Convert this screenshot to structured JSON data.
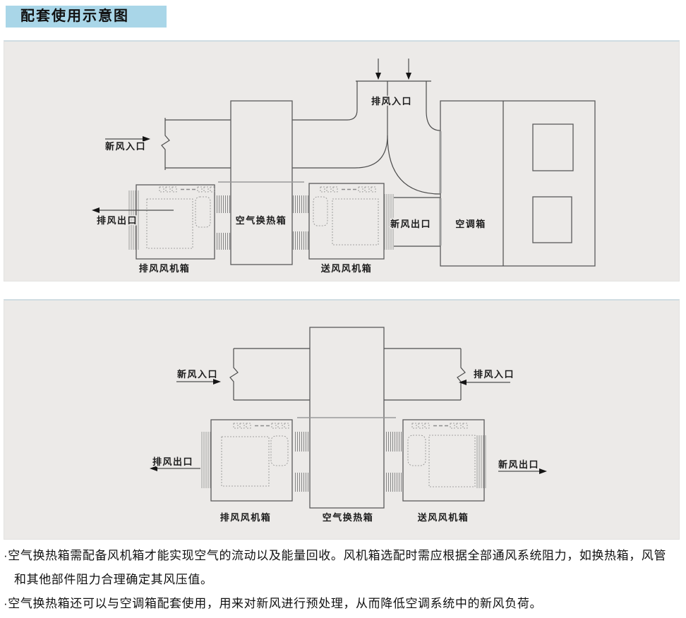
{
  "title": "配套使用示意图",
  "colors": {
    "title_bg": "#a9d6e8",
    "panel_bg": "#eceae8",
    "diagram_line": "#4d4d4d",
    "text": "#111111"
  },
  "diagram_top": {
    "labels": {
      "exhaust_inlet": "排风入口",
      "fresh_inlet": "新风入口",
      "exhaust_outlet": "排风出口",
      "fresh_outlet": "新风出口",
      "heat_exchanger": "空气换热箱",
      "ac_box": "空调箱",
      "exhaust_fan_box": "排风风机箱",
      "supply_fan_box": "送风风机箱"
    }
  },
  "diagram_bottom": {
    "labels": {
      "fresh_inlet": "新风入口",
      "exhaust_inlet": "排风入口",
      "exhaust_outlet": "排风出口",
      "fresh_outlet": "新风出口",
      "exhaust_fan_box": "排风风机箱",
      "heat_exchanger": "空气换热箱",
      "supply_fan_box": "送风风机箱"
    }
  },
  "notes": [
    "·空气换热箱需配备风机箱才能实现空气的流动以及能量回收。风机箱选配时需应根据全部通风系统阻力，如换热箱，风管和其他部件阻力合理确定其风压值。",
    "·空气换热箱还可以与空调箱配套使用，用来对新风进行预处理，从而降低空调系统中的新风负荷。"
  ]
}
